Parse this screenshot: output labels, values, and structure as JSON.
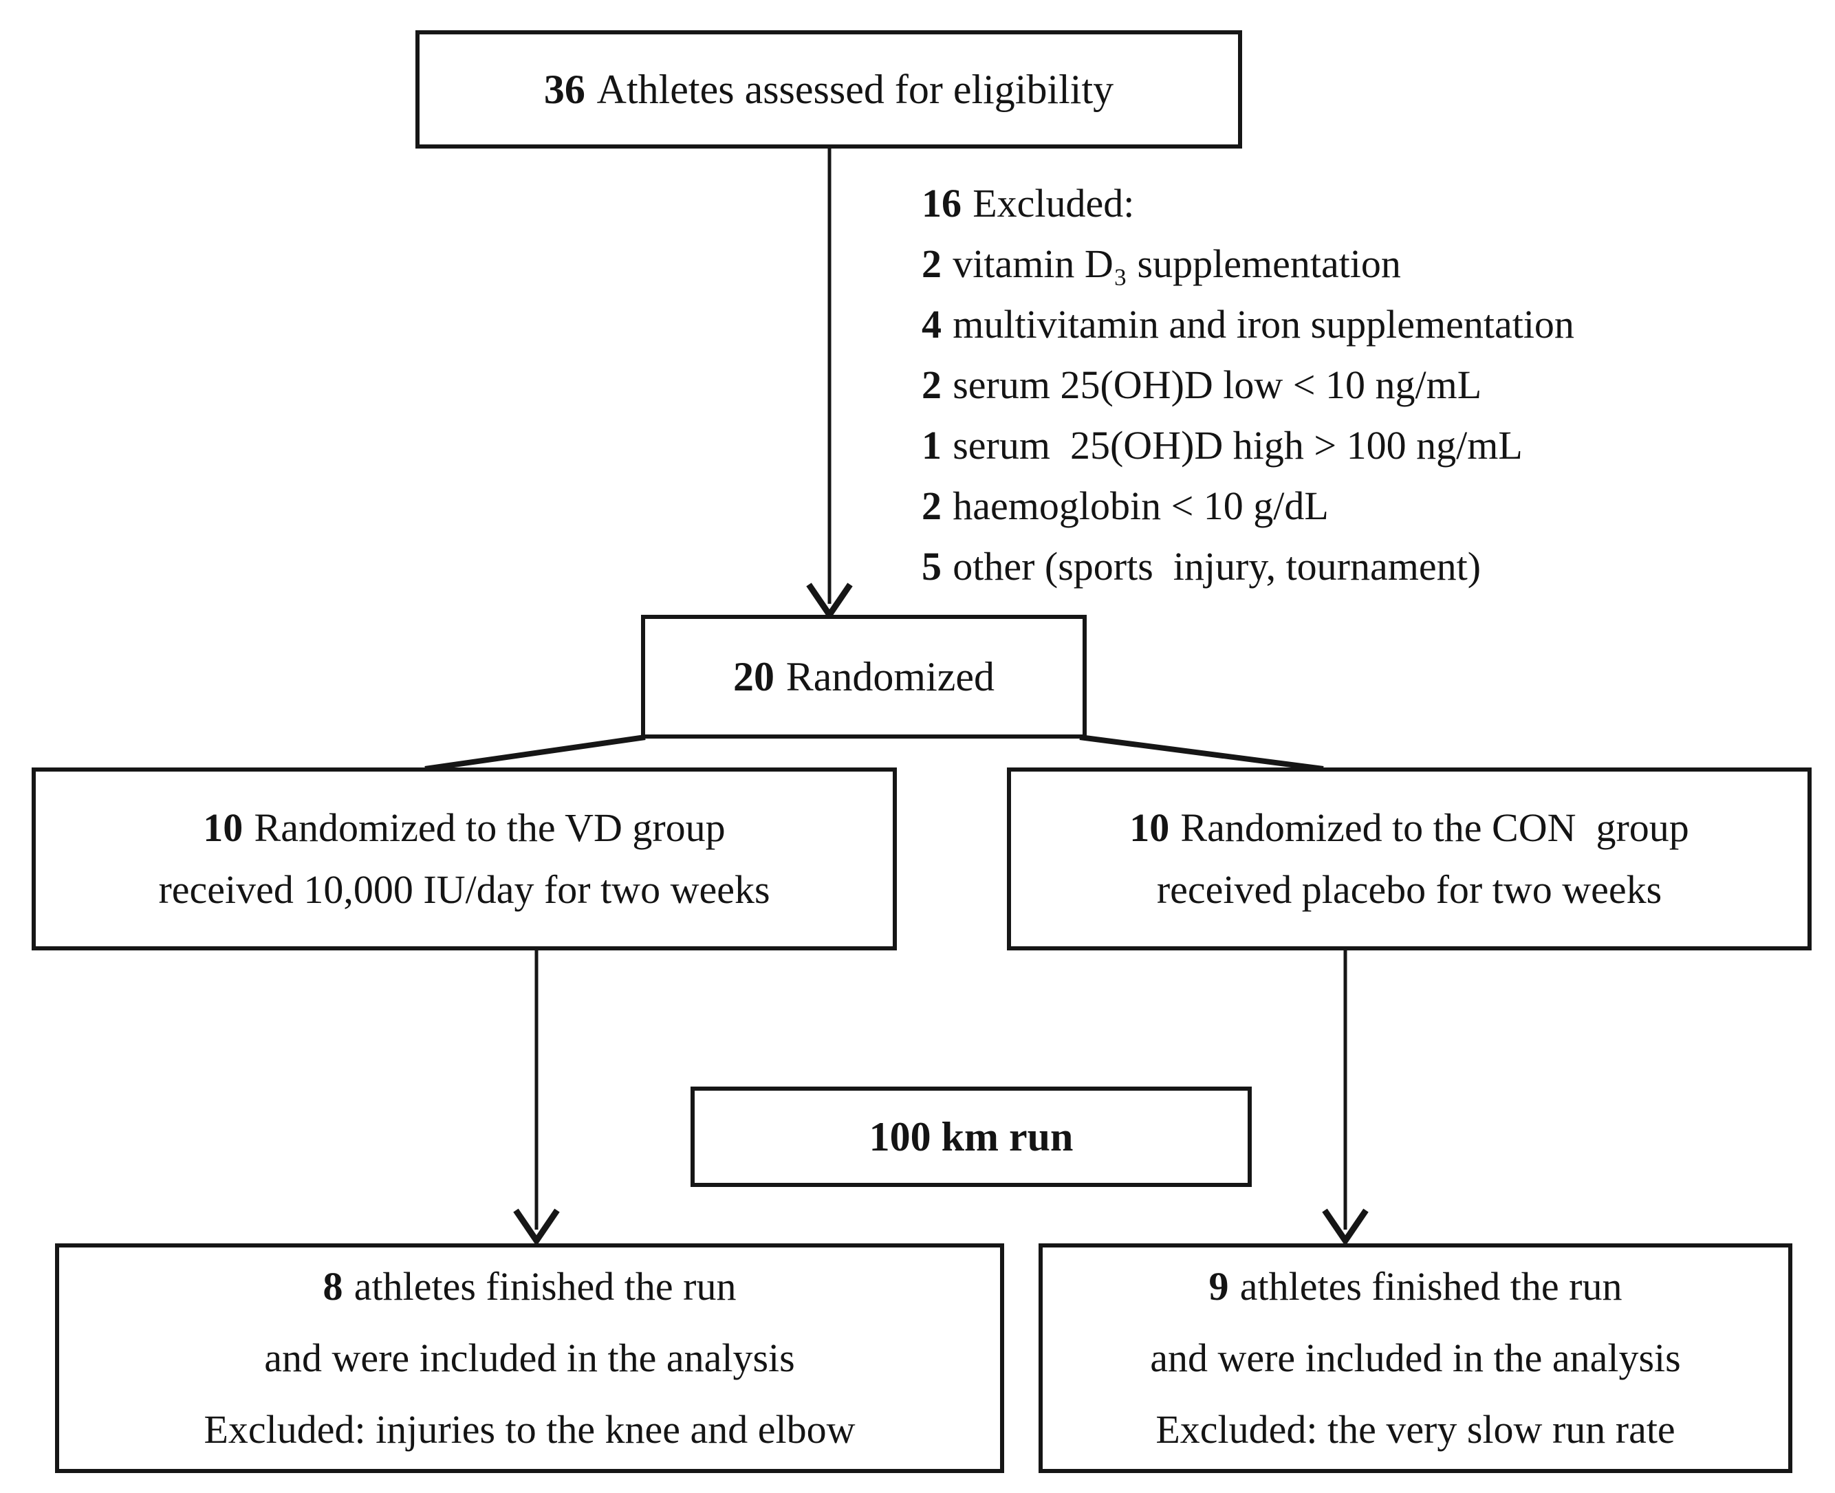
{
  "flow": {
    "eligibility": {
      "num": "36",
      "text": "Athletes assessed for eligibility"
    },
    "exclusions": {
      "header": {
        "num": "16",
        "text": "Excluded:"
      },
      "items": [
        {
          "num": "2",
          "text": "vitamin D₃ supplementation"
        },
        {
          "num": "4",
          "text": "multivitamin and iron supplementation"
        },
        {
          "num": "2",
          "text": "serum 25(OH)D low < 10 ng/mL"
        },
        {
          "num": "1",
          "text": "serum  25(OH)D high > 100 ng/mL"
        },
        {
          "num": "2",
          "text": "haemoglobin < 10 g/dL"
        },
        {
          "num": "5",
          "text": "other (sports  injury, tournament)"
        }
      ]
    },
    "randomized": {
      "num": "20",
      "text": "Randomized"
    },
    "vd_group": {
      "num": "10",
      "line1": "Randomized to the VD group",
      "line2": "received 10,000 IU/day for two weeks"
    },
    "con_group": {
      "num": "10",
      "line1": "Randomized to the CON  group",
      "line2": "received placebo for two weeks"
    },
    "run": {
      "label": "100 km run"
    },
    "vd_outcome": {
      "num": "8",
      "line1": "athletes finished the run",
      "line2": "and were included in the analysis",
      "line3": "Excluded: injuries to the knee and elbow"
    },
    "con_outcome": {
      "num": "9",
      "line1": "athletes finished the run",
      "line2": "and were included in the analysis",
      "line3": "Excluded: the very slow run rate"
    }
  },
  "colors": {
    "ink": "#161616",
    "background": "#ffffff"
  }
}
